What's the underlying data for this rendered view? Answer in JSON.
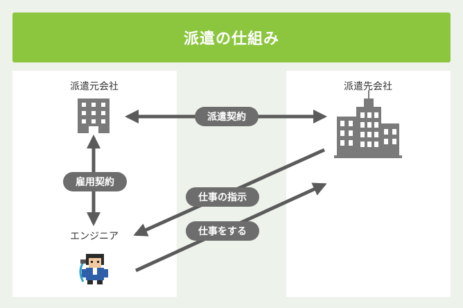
{
  "header": {
    "title": "派遣の仕組み"
  },
  "entities": {
    "dispatch_agency": "派遣元会社",
    "client_company": "派遣先会社",
    "engineer": "エンジニア"
  },
  "relations": {
    "dispatch_contract": "派遣契約",
    "employment_contract": "雇用契約",
    "work_instruction": "仕事の指示",
    "doing_work": "仕事をする"
  },
  "colors": {
    "banner": "#8cc63f",
    "background": "#edf2ea",
    "arrow": "#5b5b5b",
    "pill": "#6d6d6d",
    "icon": "#7a7a7a"
  }
}
